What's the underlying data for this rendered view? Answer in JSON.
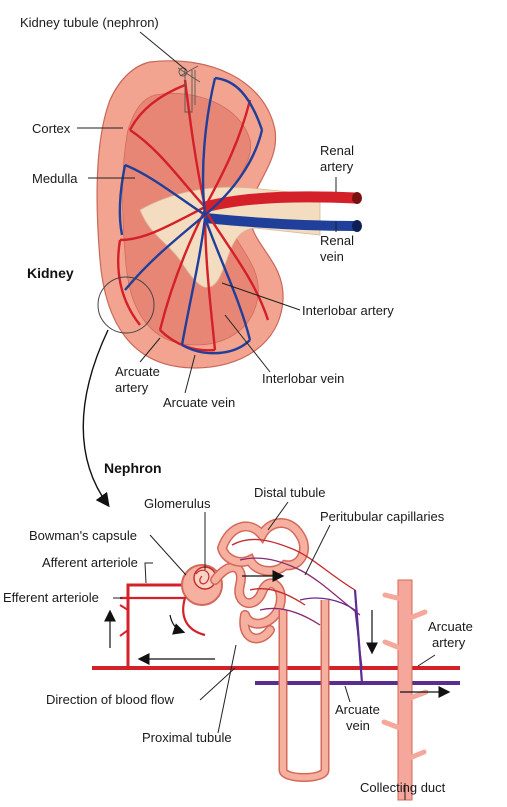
{
  "labels": {
    "kidney_tubule": "Kidney tubule (nephron)",
    "cortex": "Cortex",
    "medulla": "Medulla",
    "renal_artery_1": "Renal",
    "renal_artery_2": "artery",
    "renal_vein_1": "Renal",
    "renal_vein_2": "vein",
    "kidney": "Kidney",
    "interlobar_artery": "Interlobar artery",
    "arcuate_artery_top_1": "Arcuate",
    "arcuate_artery_top_2": "artery",
    "interlobar_vein": "Interlobar vein",
    "arcuate_vein_top": "Arcuate vein",
    "nephron": "Nephron",
    "glomerulus": "Glomerulus",
    "distal_tubule": "Distal tubule",
    "bowmans_capsule": "Bowman's capsule",
    "peritubular_capillaries": "Peritubular capillaries",
    "afferent_arteriole": "Afferent arteriole",
    "efferent_arteriole": "Efferent arteriole",
    "arcuate_artery_bottom_1": "Arcuate",
    "arcuate_artery_bottom_2": "artery",
    "direction_blood_flow": "Direction of blood flow",
    "arcuate_vein_bottom_1": "Arcuate",
    "arcuate_vein_bottom_2": "vein",
    "proximal_tubule": "Proximal tubule",
    "collecting_duct": "Collecting duct"
  },
  "colors": {
    "artery": "#d42028",
    "vein": "#1f3f9a",
    "cortex": "#f2a490",
    "medulla": "#e88676",
    "pelvis": "#f3dcc0",
    "tubule": "#f6b0a0",
    "tubule_outline": "#d4685a",
    "collecting": "#f4a79a",
    "vein_bar": "#5a2d90"
  }
}
